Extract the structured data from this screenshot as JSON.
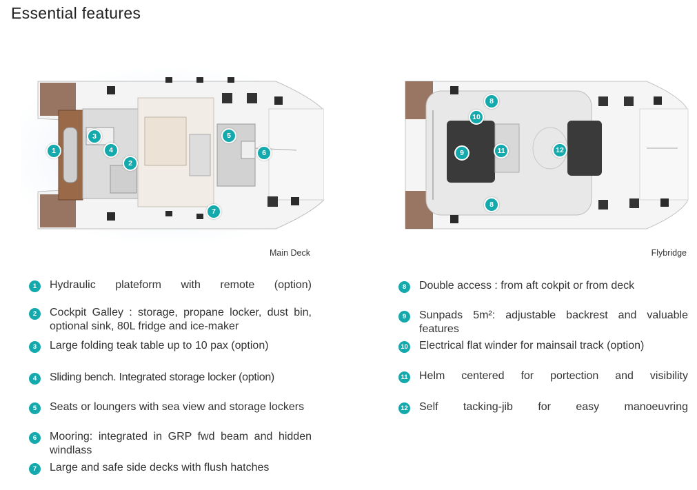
{
  "page": {
    "title": "Essential features"
  },
  "plans": {
    "main_label": "Main Deck",
    "fly_label": "Flybridge",
    "main_markers": [
      "1",
      "2",
      "3",
      "4",
      "5",
      "6",
      "7"
    ],
    "fly_markers": [
      "8",
      "10",
      "9",
      "11",
      "12",
      "8"
    ]
  },
  "features_left": [
    {
      "num": "1",
      "text": "Hydraulic plateform with remote (option)"
    },
    {
      "num": "2",
      "text": "Cockpit Galley : storage, propane locker, dust bin, optional sink, 80L fridge and ice-maker"
    },
    {
      "num": "3",
      "text": "Large folding teak table up to 10 pax (option)"
    },
    {
      "num": "4",
      "text": "Sliding bench. Integrated storage locker (option)"
    },
    {
      "num": "5",
      "text": "Seats or loungers with sea view and storage lockers"
    },
    {
      "num": "6",
      "text": "Mooring: integrated in GRP fwd beam and hidden windlass"
    },
    {
      "num": "7",
      "text": "Large and safe side decks with flush hatches"
    }
  ],
  "features_right": [
    {
      "num": "8",
      "text": "Double access : from aft cokpit or from deck"
    },
    {
      "num": "9",
      "text": "Sunpads 5m²: adjustable backrest and valuable features"
    },
    {
      "num": "10",
      "text": "Electrical flat winder for mainsail track (option)"
    },
    {
      "num": "11",
      "text": "Helm centered for portection and visibility"
    },
    {
      "num": "12",
      "text": "Self tacking-jib for easy manoeuvring"
    }
  ],
  "colors": {
    "accent": "#14a9ac",
    "deck": "#f3f3f3",
    "teak": "#7a4a32",
    "water_glow": "#c9d8ee"
  }
}
